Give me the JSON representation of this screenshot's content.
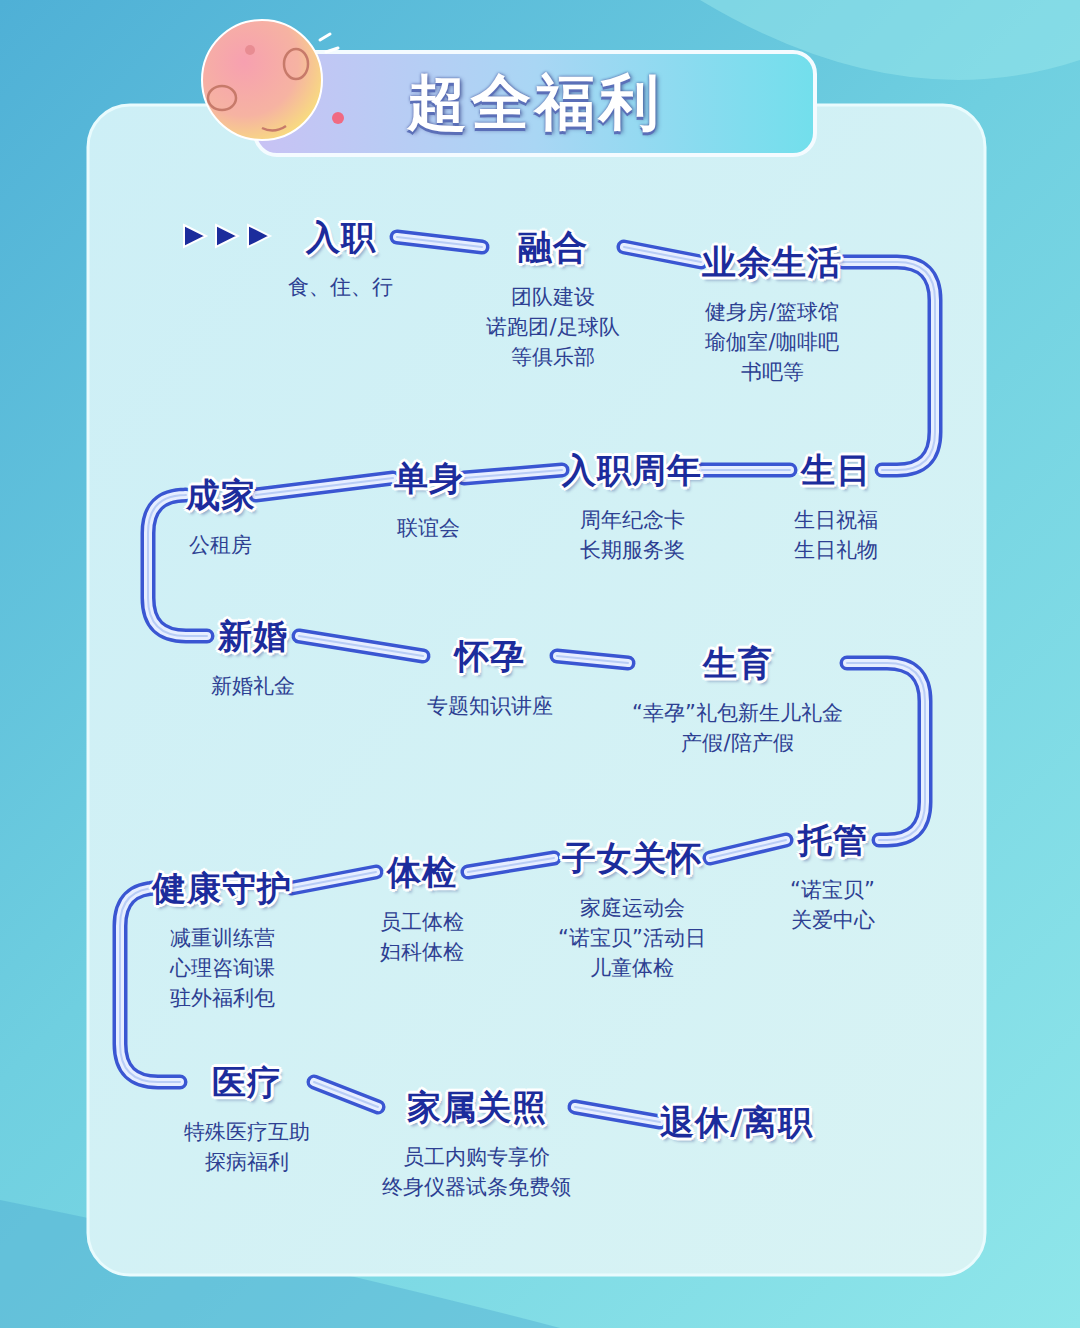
{
  "diagram": {
    "title": "超全福利",
    "nodes": [
      {
        "text": [
          "入职",
          "食、住、行"
        ]
      },
      {
        "text": [
          "融合",
          "团队建设 诺跑团/足球队 等俱乐部"
        ]
      },
      {
        "text": [
          "业余生活",
          "健身房/篮球馆 瑜伽室/咖啡吧 书吧等"
        ]
      },
      {
        "text": [
          "生日",
          "生日祝福 生日礼物"
        ]
      },
      {
        "text": [
          "入职周年",
          "周年纪念卡 长期服务奖"
        ]
      },
      {
        "text": [
          "单身",
          "联谊会"
        ]
      },
      {
        "text": [
          "成家",
          "公租房"
        ]
      },
      {
        "text": [
          "新婚",
          "新婚礼金"
        ]
      },
      {
        "text": [
          "怀孕",
          "专题知识讲座"
        ]
      },
      {
        "text": [
          "生育",
          "“幸孕”礼包新生儿礼金 产假/陪产假"
        ]
      },
      {
        "text": [
          "托管",
          "“诺宝贝” 关爱中心"
        ]
      },
      {
        "text": [
          "子女关怀",
          "家庭运动会 “诺宝贝”活动日 儿童体检"
        ]
      },
      {
        "text": [
          "体检",
          "员工体检 妇科体检"
        ]
      },
      {
        "text": [
          "健康守护",
          "减重训练营 心理咨询课 驻外福利包"
        ]
      },
      {
        "text": [
          "医疗",
          "特殊医疗互助 探病福利"
        ]
      },
      {
        "text": [
          "家属关照",
          "员工内购专享价 终身仪器试条免费领"
        ]
      },
      {
        "text": [
          "退休/离职"
        ]
      }
    ],
    "edges": [
      {
        "from": 0,
        "to": 1,
        "arrow": "none"
      },
      {
        "from": 1,
        "to": 2,
        "arrow": "none"
      },
      {
        "from": 2,
        "to": 3,
        "arrow": "none"
      },
      {
        "from": 3,
        "to": 4,
        "arrow": "none"
      },
      {
        "from": 4,
        "to": 5,
        "arrow": "none"
      },
      {
        "from": 5,
        "to": 6,
        "arrow": "none"
      },
      {
        "from": 6,
        "to": 7,
        "arrow": "none"
      },
      {
        "from": 7,
        "to": 8,
        "arrow": "none"
      },
      {
        "from": 8,
        "to": 9,
        "arrow": "none"
      },
      {
        "from": 9,
        "to": 10,
        "arrow": "none"
      },
      {
        "from": 10,
        "to": 11,
        "arrow": "none"
      },
      {
        "from": 11,
        "to": 12,
        "arrow": "none"
      },
      {
        "from": 12,
        "to": 13,
        "arrow": "none"
      },
      {
        "from": 13,
        "to": 14,
        "arrow": "none"
      },
      {
        "from": 14,
        "to": 15,
        "arrow": "none"
      },
      {
        "from": 15,
        "to": 16,
        "arrow": "none"
      }
    ]
  }
}
